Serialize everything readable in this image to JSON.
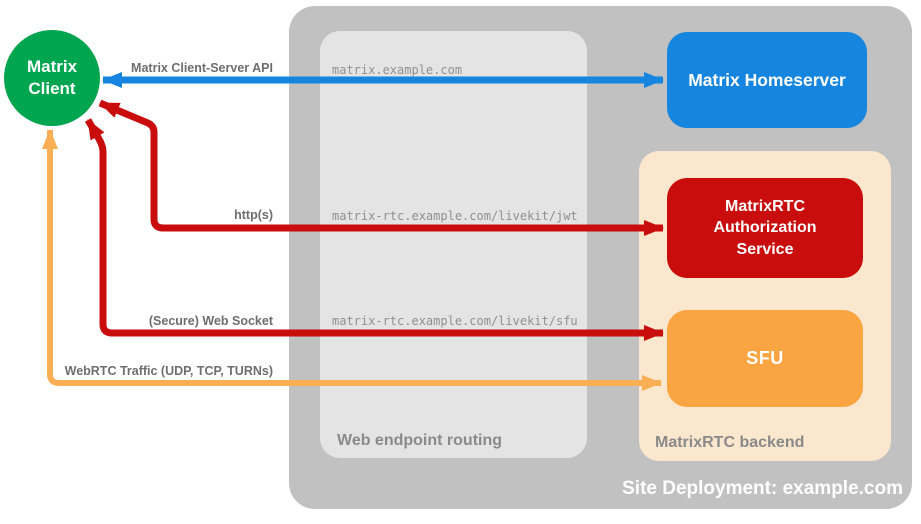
{
  "client": {
    "label": "Matrix Client",
    "color": "#00A550"
  },
  "homeserver": {
    "label": "Matrix Homeserver",
    "color": "#1585DF"
  },
  "deployment": {
    "title": "Site Deployment: example.com",
    "color": "#C1C1C1"
  },
  "routing": {
    "label": "Web endpoint routing",
    "color": "#E4E4E4",
    "endpoints": [
      "matrix.example.com",
      "matrix-rtc.example.com/livekit/jwt",
      "matrix-rtc.example.com/livekit/sfu"
    ]
  },
  "backend": {
    "label": "MatrixRTC backend",
    "color": "#FBE7CE",
    "nodes": {
      "auth": {
        "label": "MatrixRTC Authorization Service",
        "color": "#C90C0C"
      },
      "sfu": {
        "label": "SFU",
        "color": "#FAA541"
      }
    }
  },
  "arrows": {
    "client_server_api": {
      "label": "Matrix Client-Server API",
      "color": "#1585DF"
    },
    "http": {
      "label": "http(s)",
      "color": "#C90C0C"
    },
    "websocket": {
      "label": "(Secure) Web Socket",
      "color": "#C90C0C"
    },
    "webrtc": {
      "label": "WebRTC Traffic (UDP, TCP, TURNs)",
      "color": "#FAAF55"
    }
  }
}
